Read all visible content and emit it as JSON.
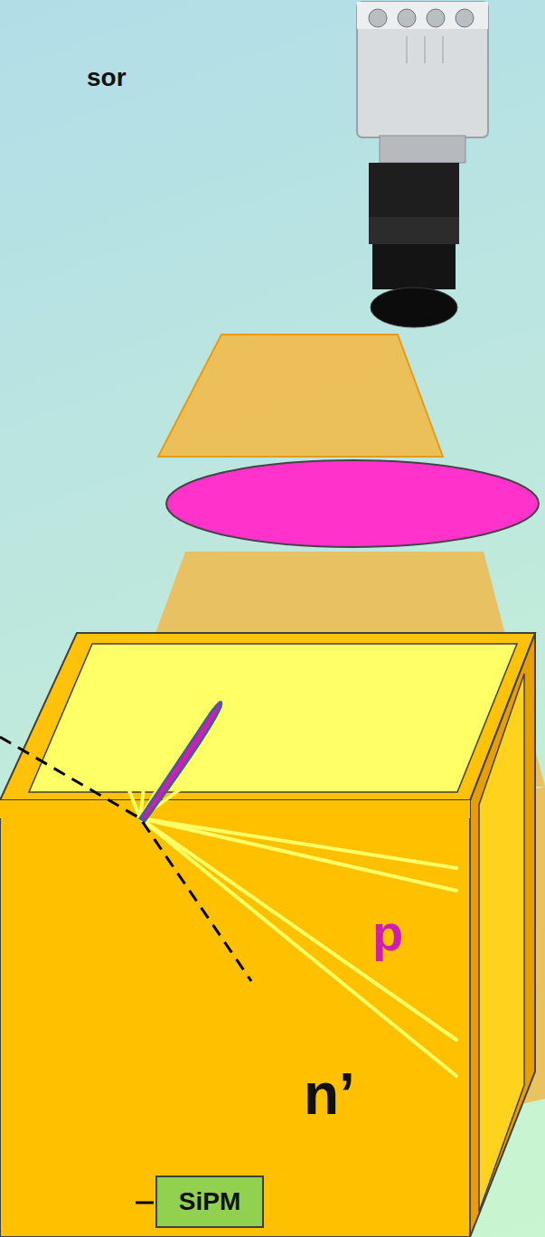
{
  "diagram": {
    "nodes": [
      {
        "text": [
          "SiPM"
        ]
      }
    ],
    "labels": [
      "sor",
      "p",
      "n’"
    ]
  }
}
